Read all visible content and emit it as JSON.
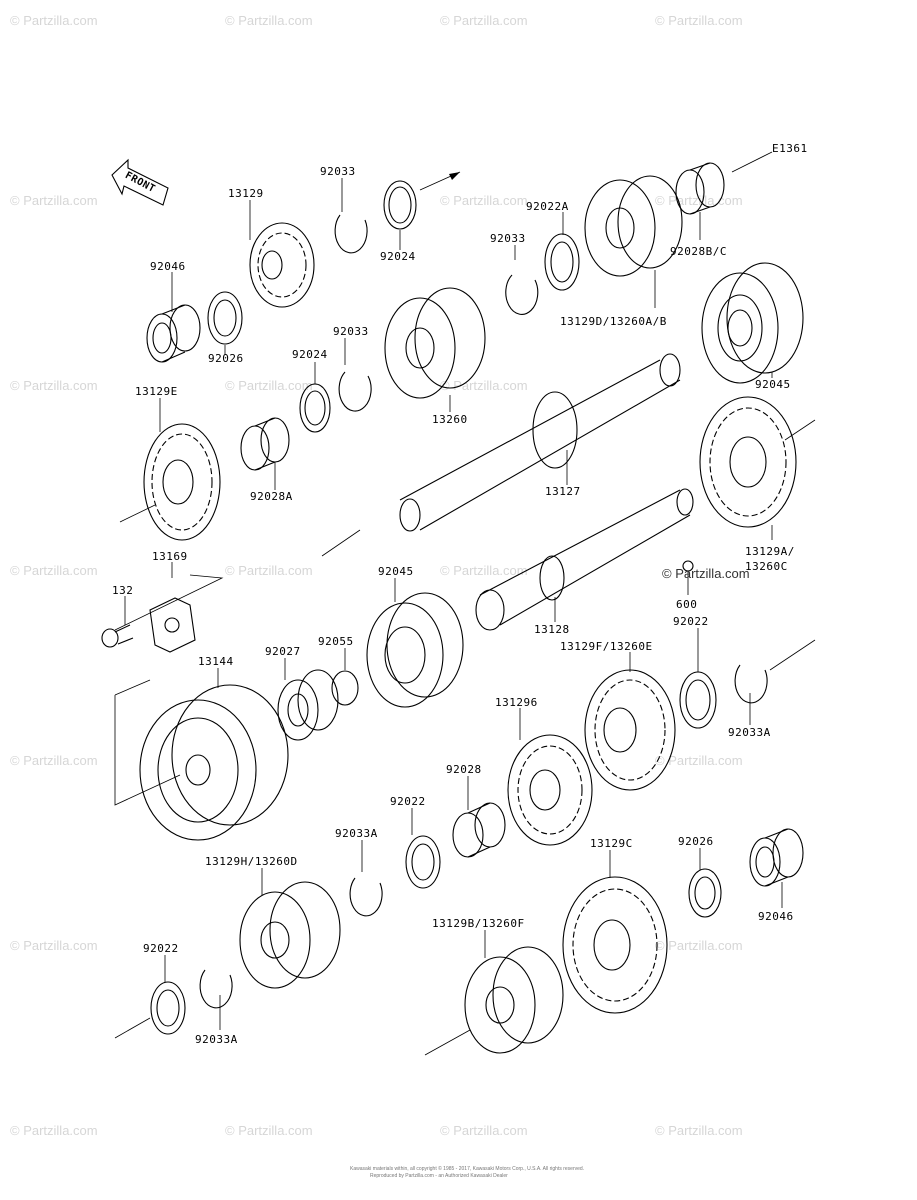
{
  "diagram_code": "E1361",
  "front_label": "FRONT",
  "watermark": "© Partzilla.com",
  "brand_mark": "© Partzilla.com",
  "footer": {
    "line1": "Kawasaki materials within, all copyright © 1985 - 2017, Kawasaki Motors Corp., U.S.A. All rights reserved.",
    "line2": "Reproduced by Partzilla.com - an Authorized Kawasaki Dealer"
  },
  "labels": {
    "p13129": "13129",
    "p92033_a": "92033",
    "p92024_a": "92024",
    "p92022A": "92022A",
    "p92033_b": "92033",
    "p92028BC": "92028B/C",
    "p13129D": "13129D/13260A/B",
    "p92046_a": "92046",
    "p92026_a": "92026",
    "p92024_b": "92024",
    "p92033_c": "92033",
    "p13260": "13260",
    "p92045_a": "92045",
    "p13129E": "13129E",
    "p92028A": "92028A",
    "p13127": "13127",
    "p13129A": "13129A/",
    "p13260C": "13260C",
    "p13169": "13169",
    "p132": "132",
    "p92045_b": "92045",
    "p600": "600",
    "p13128": "13128",
    "p92022_a": "92022",
    "p13129F": "13129F/13260E",
    "p13144": "13144",
    "p92027": "92027",
    "p92055": "92055",
    "p131296": "131296",
    "p92033A_a": "92033A",
    "p92028": "92028",
    "p92022_b": "92022",
    "p92033A_b": "92033A",
    "p13129H": "13129H/13260D",
    "p13129C": "13129C",
    "p92026_b": "92026",
    "p92046_b": "92046",
    "p92022_c": "92022",
    "p13129B": "13129B/13260F",
    "p92033A_c": "92033A"
  }
}
